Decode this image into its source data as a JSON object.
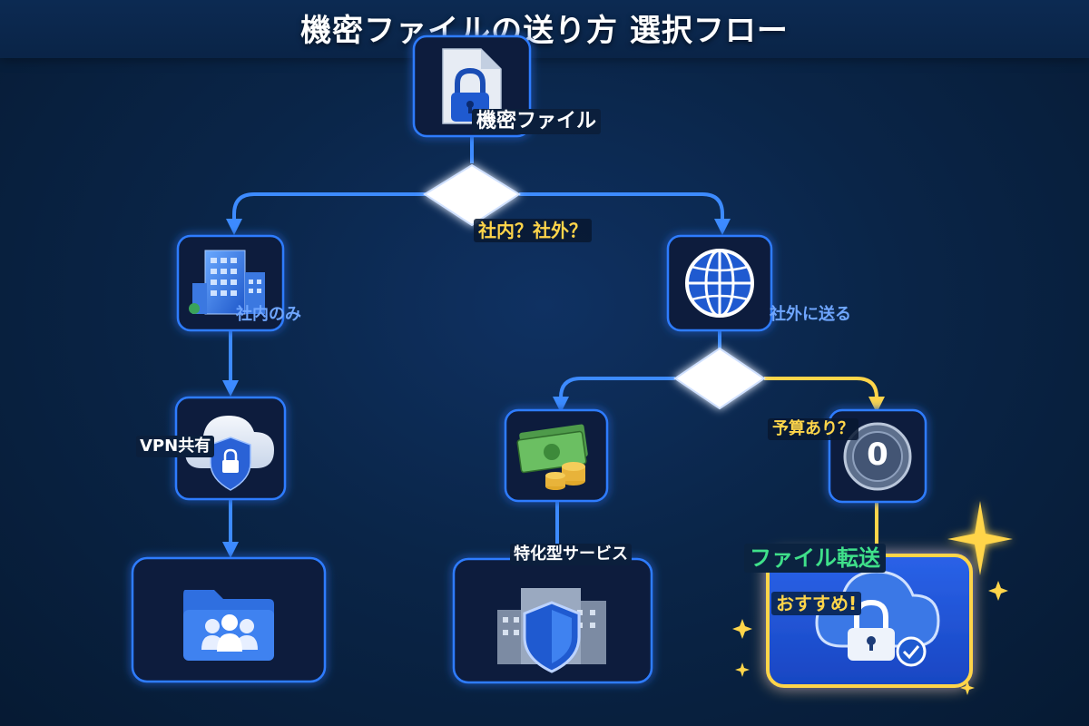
{
  "title": "機密ファイルの送り方 選択フロー",
  "nodes": {
    "start": "機密ファイル",
    "internal_only": "社内のみ",
    "vpn_share": "VPN共有",
    "external_send": "社外に送る",
    "specialized_service": "特化型サービス",
    "file_transfer": "ファイル転送",
    "recommended": "おすすめ!",
    "zero_coin": "0"
  },
  "decisions": {
    "internal_or_external": "社内？社外？",
    "budget": "予算あり？"
  },
  "colors": {
    "background": "#0a2548",
    "accent_blue": "#2f7bff",
    "highlight_yellow": "#ffd54a",
    "recommend_green": "#3fe08a",
    "highlight_box": "#1d4fd6"
  },
  "icons": [
    "locked-document-icon",
    "office-building-icon",
    "globe-icon",
    "cloud-shield-icon",
    "money-icon",
    "coin-zero-icon",
    "shared-folder-icon",
    "secure-building-icon",
    "cloud-lock-icon"
  ]
}
